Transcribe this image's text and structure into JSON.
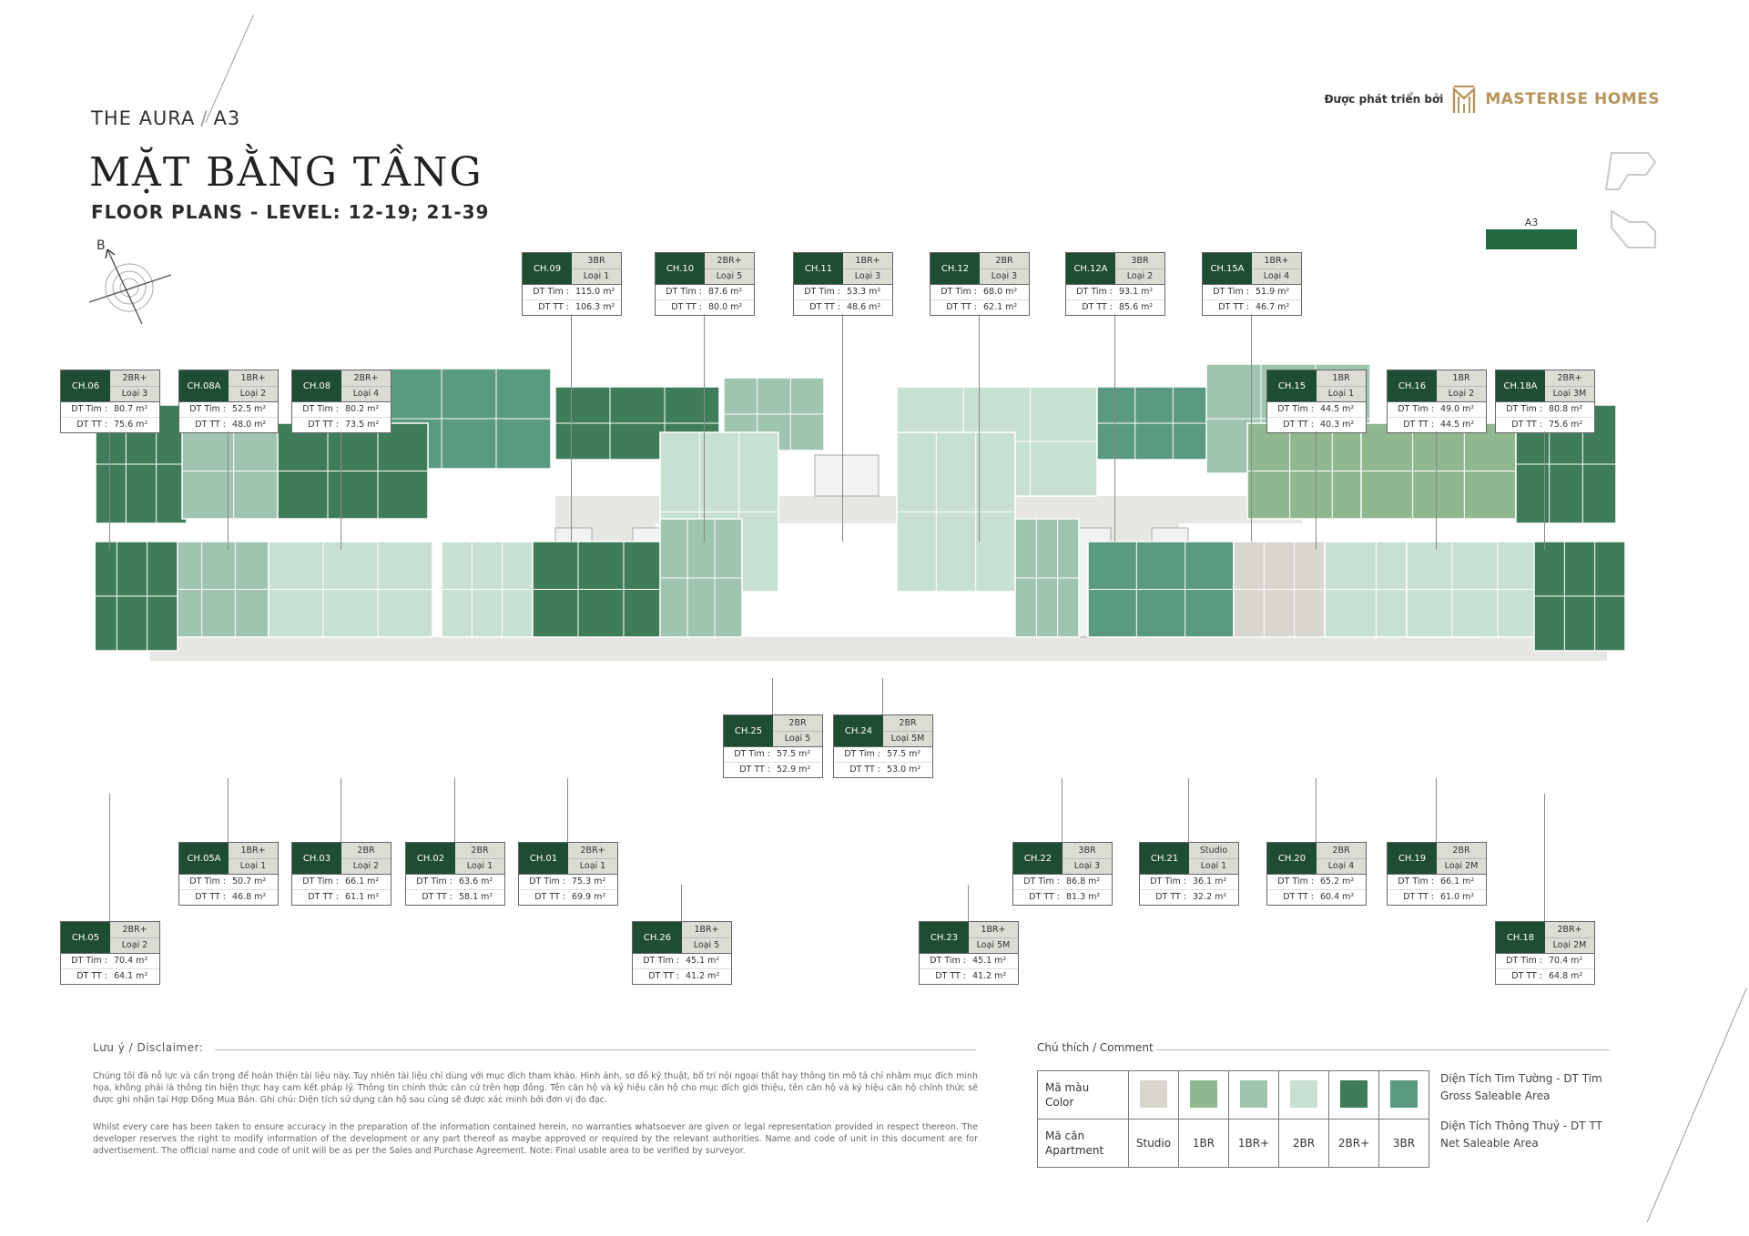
{
  "header": {
    "project": "THE AURA",
    "building": "A3",
    "title": "MẶT BẰNG TẦNG",
    "subtitle": "FLOOR PLANS - LEVEL: 12-19; 21-39"
  },
  "brand": {
    "developed_by": "Được phát triển bởi",
    "name": "MASTERISE HOMES",
    "color": "#b8935a"
  },
  "key_plan": {
    "label": "A3"
  },
  "compass": {
    "label": "B"
  },
  "area_labels": {
    "gross": "DT Tim :",
    "net": "DT TT :"
  },
  "units": [
    {
      "code": "CH.09",
      "type": "3BR",
      "layout": "Loại 1",
      "gross": "115.0 m²",
      "net": "106.3 m²",
      "color": "#5a9a80"
    },
    {
      "code": "CH.10",
      "type": "2BR+",
      "layout": "Loại 5",
      "gross": "87.6 m²",
      "net": "80.0 m²",
      "color": "#3f7d5a"
    },
    {
      "code": "CH.11",
      "type": "1BR+",
      "layout": "Loại 3",
      "gross": "53.3 m²",
      "net": "48.6 m²",
      "color": "#9fc4b0"
    },
    {
      "code": "CH.12",
      "type": "2BR",
      "layout": "Loại 3",
      "gross": "68.0 m²",
      "net": "62.1 m²",
      "color": "#c8e0d2"
    },
    {
      "code": "CH.12A",
      "type": "3BR",
      "layout": "Loại 2",
      "gross": "93.1 m²",
      "net": "85.6 m²",
      "color": "#5a9a80"
    },
    {
      "code": "CH.15A",
      "type": "1BR+",
      "layout": "Loại 4",
      "gross": "51.9 m²",
      "net": "46.7 m²",
      "color": "#9fc4b0"
    },
    {
      "code": "CH.06",
      "type": "2BR+",
      "layout": "Loại 3",
      "gross": "80.7 m²",
      "net": "75.6 m²",
      "color": "#3f7d5a"
    },
    {
      "code": "CH.08A",
      "type": "1BR+",
      "layout": "Loại 2",
      "gross": "52.5 m²",
      "net": "48.0 m²",
      "color": "#9fc4b0"
    },
    {
      "code": "CH.08",
      "type": "2BR+",
      "layout": "Loại 4",
      "gross": "80.2 m²",
      "net": "73.5 m²",
      "color": "#3f7d5a"
    },
    {
      "code": "CH.15",
      "type": "1BR",
      "layout": "Loại 1",
      "gross": "44.5 m²",
      "net": "40.3 m²",
      "color": "#8fb890"
    },
    {
      "code": "CH.16",
      "type": "1BR",
      "layout": "Loại 2",
      "gross": "49.0 m²",
      "net": "44.5 m²",
      "color": "#8fb890"
    },
    {
      "code": "CH.18A",
      "type": "2BR+",
      "layout": "Loại 3M",
      "gross": "80.8 m²",
      "net": "75.6 m²",
      "color": "#3f7d5a"
    },
    {
      "code": "CH.25",
      "type": "2BR",
      "layout": "Loại 5",
      "gross": "57.5 m²",
      "net": "52.9 m²",
      "color": "#c8e0d2"
    },
    {
      "code": "CH.24",
      "type": "2BR",
      "layout": "Loại 5M",
      "gross": "57.5 m²",
      "net": "53.0 m²",
      "color": "#c8e0d2"
    },
    {
      "code": "CH.05A",
      "type": "1BR+",
      "layout": "Loại 1",
      "gross": "50.7 m²",
      "net": "46.8 m²",
      "color": "#9fc4b0"
    },
    {
      "code": "CH.03",
      "type": "2BR",
      "layout": "Loại 2",
      "gross": "66.1 m²",
      "net": "61.1 m²",
      "color": "#c8e0d2"
    },
    {
      "code": "CH.02",
      "type": "2BR",
      "layout": "Loại 1",
      "gross": "63.6 m²",
      "net": "58.1 m²",
      "color": "#c8e0d2"
    },
    {
      "code": "CH.01",
      "type": "2BR+",
      "layout": "Loại 1",
      "gross": "75.3 m²",
      "net": "69.9 m²",
      "color": "#3f7d5a"
    },
    {
      "code": "CH.22",
      "type": "3BR",
      "layout": "Loại 3",
      "gross": "86.8 m²",
      "net": "81.3 m²",
      "color": "#5a9a80"
    },
    {
      "code": "CH.21",
      "type": "Studio",
      "layout": "Loại 1",
      "gross": "36.1 m²",
      "net": "32.2 m²",
      "color": "#d8d6cf"
    },
    {
      "code": "CH.20",
      "type": "2BR",
      "layout": "Loại 4",
      "gross": "65.2 m²",
      "net": "60.4 m²",
      "color": "#c8e0d2"
    },
    {
      "code": "CH.19",
      "type": "2BR",
      "layout": "Loại 2M",
      "gross": "66.1 m²",
      "net": "61.0 m²",
      "color": "#c8e0d2"
    },
    {
      "code": "CH.05",
      "type": "2BR+",
      "layout": "Loại 2",
      "gross": "70.4 m²",
      "net": "64.1 m²",
      "color": "#3f7d5a"
    },
    {
      "code": "CH.26",
      "type": "1BR+",
      "layout": "Loại 5",
      "gross": "45.1 m²",
      "net": "41.2 m²",
      "color": "#9fc4b0"
    },
    {
      "code": "CH.23",
      "type": "1BR+",
      "layout": "Loại 5M",
      "gross": "45.1 m²",
      "net": "41.2 m²",
      "color": "#9fc4b0"
    },
    {
      "code": "CH.18",
      "type": "2BR+",
      "layout": "Loại 2M",
      "gross": "70.4 m²",
      "net": "64.8 m²",
      "color": "#3f7d5a"
    }
  ],
  "disclaimer": {
    "heading": "Lưu ý / Disclaimer:",
    "vi": "Chúng tôi đã nỗ lực và cẩn trọng để hoàn thiện tài liệu này. Tuy nhiên tài liệu chỉ dùng với mục đích tham khảo. Hình ảnh, sơ đồ kỹ thuật, bố trí nội ngoại thất hay thông tin mô tả chỉ nhằm mục đích minh họa, không phải là thông tin hiện thực hay cam kết pháp lý. Thông tin chính thức căn cứ trên hợp đồng. Tên căn hộ và ký hiệu căn hộ cho mục đích giới thiệu, tên căn hộ và ký hiệu căn hộ chính thức sẽ được ghi nhận tại Hợp Đồng Mua Bán. Ghi chú: Diện tích sử dụng căn hộ sau cùng sẽ được xác minh bởi đơn vị đo đạc.",
    "en": "Whilst every care has been taken to ensure accuracy in the preparation of the information contained herein, no warranties whatsoever are given or legal representation provided in respect thereon. The developer reserves the right to modify information of the development or any part thereof as maybe approved or required by the relevant authorities. Name and code of unit in this document are for advertisement. The official name and code of unit will be as per the Sales and Purchase Agreement. Note: Final usable area to be verified by surveyor."
  },
  "legend": {
    "heading": "Chú thích / Comment",
    "color_label_1": "Mã màu",
    "color_label_2": "Color",
    "apt_label_1": "Mã căn",
    "apt_label_2": "Apartment",
    "items": [
      {
        "name": "Studio",
        "color": "#d8d6cf"
      },
      {
        "name": "1BR",
        "color": "#8fb890"
      },
      {
        "name": "1BR+",
        "color": "#9fc4b0"
      },
      {
        "name": "2BR",
        "color": "#c8e0d2"
      },
      {
        "name": "2BR+",
        "color": "#3f7d5a"
      },
      {
        "name": "3BR",
        "color": "#5a9a80"
      }
    ],
    "gross_vi": "Diện Tích Tim Tường - DT Tim",
    "gross_en": "Gross Saleable Area",
    "net_vi": "Diện Tích Thông Thuỷ - DT TT",
    "net_en": "Net Saleable Area"
  }
}
